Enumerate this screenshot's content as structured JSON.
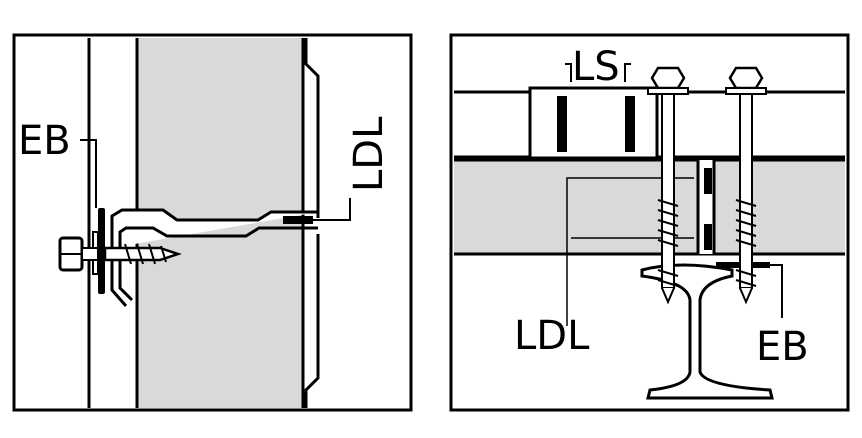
{
  "panels": [
    {
      "id": "left",
      "labels": {
        "eb": "EB",
        "ldl": "LDL"
      }
    },
    {
      "id": "right",
      "labels": {
        "ls": "LS",
        "ldl": "LDL",
        "eb": "EB"
      }
    }
  ],
  "colors": {
    "insulation_fill": "#d9d9d9",
    "stroke": "#000000",
    "background": "#ffffff"
  }
}
